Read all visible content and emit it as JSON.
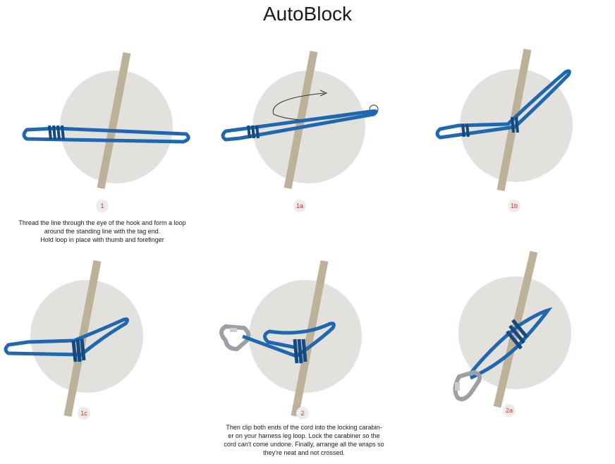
{
  "title": "AutoBlock",
  "steps": [
    {
      "label": "1"
    },
    {
      "label": "1a"
    },
    {
      "label": "1b"
    },
    {
      "label": "1c"
    },
    {
      "label": "2"
    },
    {
      "label": "2a"
    }
  ],
  "captions": {
    "step1": [
      "Thread the line through the eye of the hook and form a loop",
      "around the standing line with the tag end.",
      "Hold loop in place with thumb and forefinger"
    ],
    "step2": [
      "Then clip both ends of the cord into the locking carabin-",
      "er on your harness leg loop. Lock the carabiner so the",
      "cord can't come undone. Finally, arrange all the wraps so",
      "they're neat and not crossed."
    ]
  },
  "colors": {
    "circle": "#e3e1dd",
    "rod": "#bdb19a",
    "rope": "#1f67b0",
    "rope_dark": "#154a80",
    "carabiner": "#9aa0a6",
    "badge_text": "#c0392b"
  },
  "icons": [
    "carabiner-icon"
  ]
}
